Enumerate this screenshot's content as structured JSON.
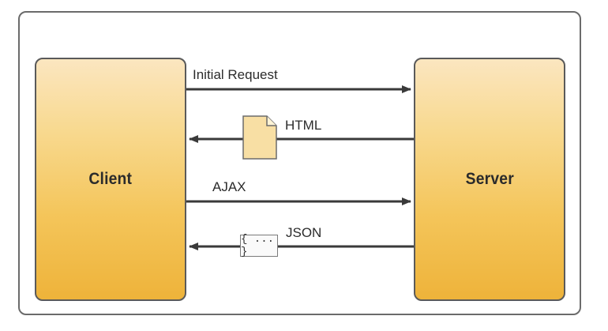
{
  "diagram": {
    "nodes": {
      "client": {
        "label": "Client"
      },
      "server": {
        "label": "Server"
      }
    },
    "connections": [
      {
        "id": "initial-request",
        "label": "Initial Request",
        "from": "client",
        "to": "server"
      },
      {
        "id": "html",
        "label": "HTML",
        "from": "server",
        "to": "client",
        "icon": "document-icon"
      },
      {
        "id": "ajax",
        "label": "AJAX",
        "from": "client",
        "to": "server"
      },
      {
        "id": "json",
        "label": "JSON",
        "from": "server",
        "to": "client",
        "icon": "json-braces-icon",
        "icon_text": "{ ... }"
      }
    ]
  },
  "colors": {
    "node_fill_top": "#fbe6c0",
    "node_fill_bottom": "#eeb33a",
    "node_border": "#5a5a5a",
    "arrow": "#3a3a3a",
    "document_fill": "#f8dfa4"
  }
}
